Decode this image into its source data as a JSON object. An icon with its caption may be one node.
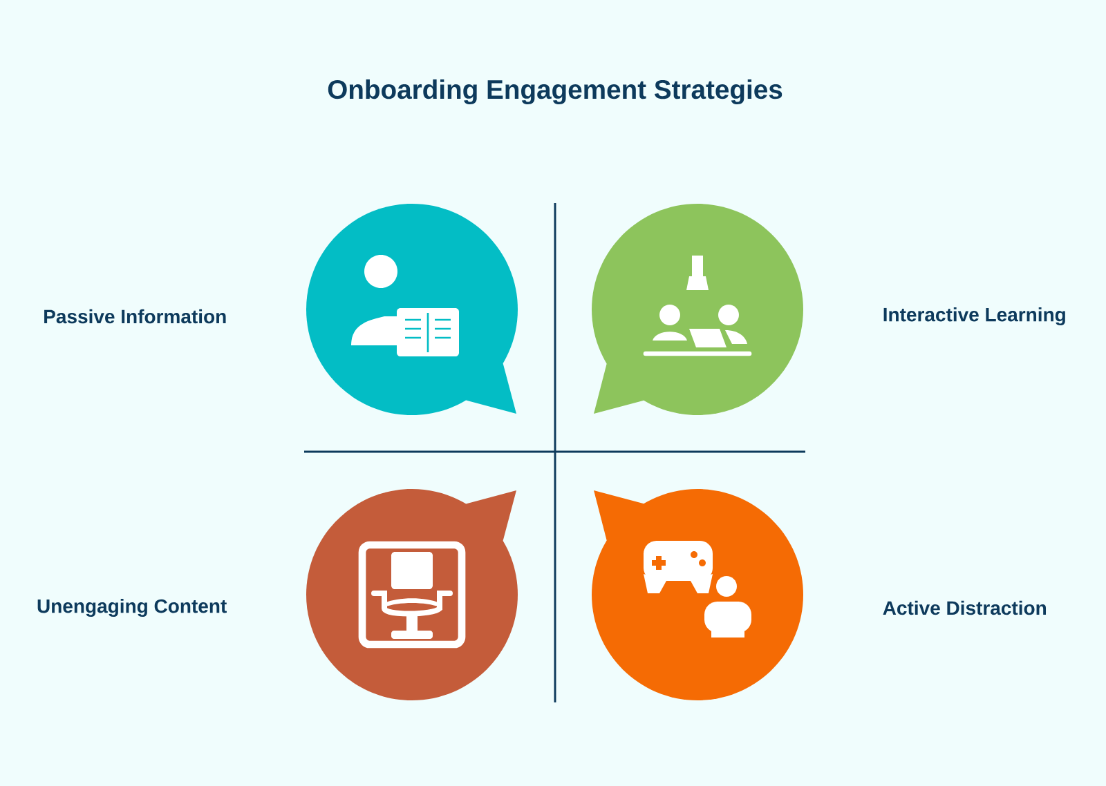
{
  "diagram": {
    "title": "Onboarding Engagement Strategies",
    "labels": [
      "Passive Information",
      "Interactive Learning",
      "Unengaging Content",
      "Active Distraction"
    ]
  }
}
